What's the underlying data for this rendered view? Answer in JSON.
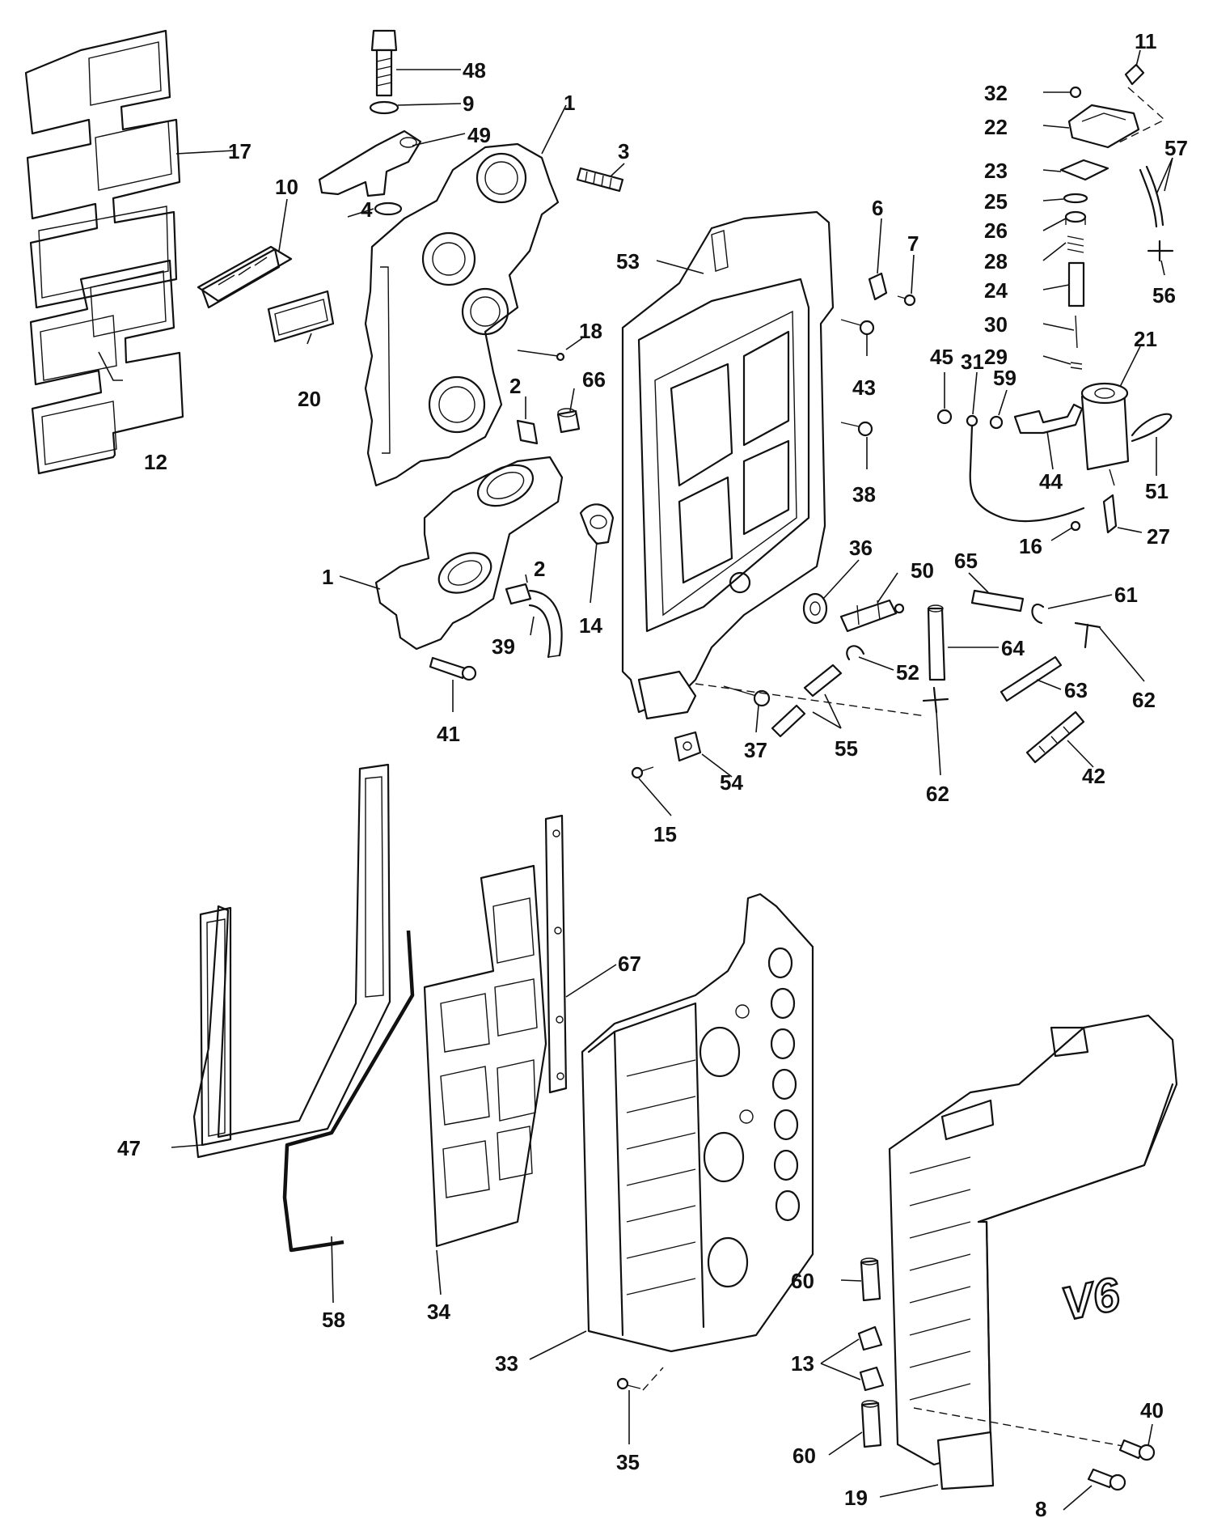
{
  "diagram": {
    "emboss_text": "V6",
    "callouts": [
      {
        "id": "c48",
        "label": "48"
      },
      {
        "id": "c9",
        "label": "9"
      },
      {
        "id": "c1a",
        "label": "1"
      },
      {
        "id": "c49",
        "label": "49"
      },
      {
        "id": "c17",
        "label": "17"
      },
      {
        "id": "c10",
        "label": "10"
      },
      {
        "id": "c3",
        "label": "3"
      },
      {
        "id": "c4",
        "label": "4"
      },
      {
        "id": "c6",
        "label": "6"
      },
      {
        "id": "c7",
        "label": "7"
      },
      {
        "id": "c53",
        "label": "53"
      },
      {
        "id": "c18",
        "label": "18"
      },
      {
        "id": "c20",
        "label": "20"
      },
      {
        "id": "c2a",
        "label": "2"
      },
      {
        "id": "c66",
        "label": "66"
      },
      {
        "id": "c43",
        "label": "43"
      },
      {
        "id": "c12",
        "label": "12"
      },
      {
        "id": "c38",
        "label": "38"
      },
      {
        "id": "c1b",
        "label": "1"
      },
      {
        "id": "c2b",
        "label": "2"
      },
      {
        "id": "c39",
        "label": "39"
      },
      {
        "id": "c14",
        "label": "14"
      },
      {
        "id": "c36",
        "label": "36"
      },
      {
        "id": "c50",
        "label": "50"
      },
      {
        "id": "c41",
        "label": "41"
      },
      {
        "id": "c52",
        "label": "52"
      },
      {
        "id": "c37",
        "label": "37"
      },
      {
        "id": "c55",
        "label": "55"
      },
      {
        "id": "c54",
        "label": "54"
      },
      {
        "id": "c15",
        "label": "15"
      },
      {
        "id": "c62b",
        "label": "62"
      },
      {
        "id": "c11",
        "label": "11"
      },
      {
        "id": "c32",
        "label": "32"
      },
      {
        "id": "c22",
        "label": "22"
      },
      {
        "id": "c57",
        "label": "57"
      },
      {
        "id": "c23",
        "label": "23"
      },
      {
        "id": "c25",
        "label": "25"
      },
      {
        "id": "c26",
        "label": "26"
      },
      {
        "id": "c28",
        "label": "28"
      },
      {
        "id": "c24",
        "label": "24"
      },
      {
        "id": "c56",
        "label": "56"
      },
      {
        "id": "c30",
        "label": "30"
      },
      {
        "id": "c21",
        "label": "21"
      },
      {
        "id": "c29",
        "label": "29"
      },
      {
        "id": "c45",
        "label": "45"
      },
      {
        "id": "c31",
        "label": "31"
      },
      {
        "id": "c59",
        "label": "59"
      },
      {
        "id": "c44",
        "label": "44"
      },
      {
        "id": "c51",
        "label": "51"
      },
      {
        "id": "c16",
        "label": "16"
      },
      {
        "id": "c27",
        "label": "27"
      },
      {
        "id": "c65",
        "label": "65"
      },
      {
        "id": "c61",
        "label": "61"
      },
      {
        "id": "c64",
        "label": "64"
      },
      {
        "id": "c63",
        "label": "63"
      },
      {
        "id": "c62a",
        "label": "62"
      },
      {
        "id": "c42",
        "label": "42"
      },
      {
        "id": "c67",
        "label": "67"
      },
      {
        "id": "c47",
        "label": "47"
      },
      {
        "id": "c58",
        "label": "58"
      },
      {
        "id": "c34",
        "label": "34"
      },
      {
        "id": "c33",
        "label": "33"
      },
      {
        "id": "c60a",
        "label": "60"
      },
      {
        "id": "c13",
        "label": "13"
      },
      {
        "id": "c60b",
        "label": "60"
      },
      {
        "id": "c35",
        "label": "35"
      },
      {
        "id": "c40",
        "label": "40"
      },
      {
        "id": "c19",
        "label": "19"
      },
      {
        "id": "c8",
        "label": "8"
      }
    ]
  }
}
